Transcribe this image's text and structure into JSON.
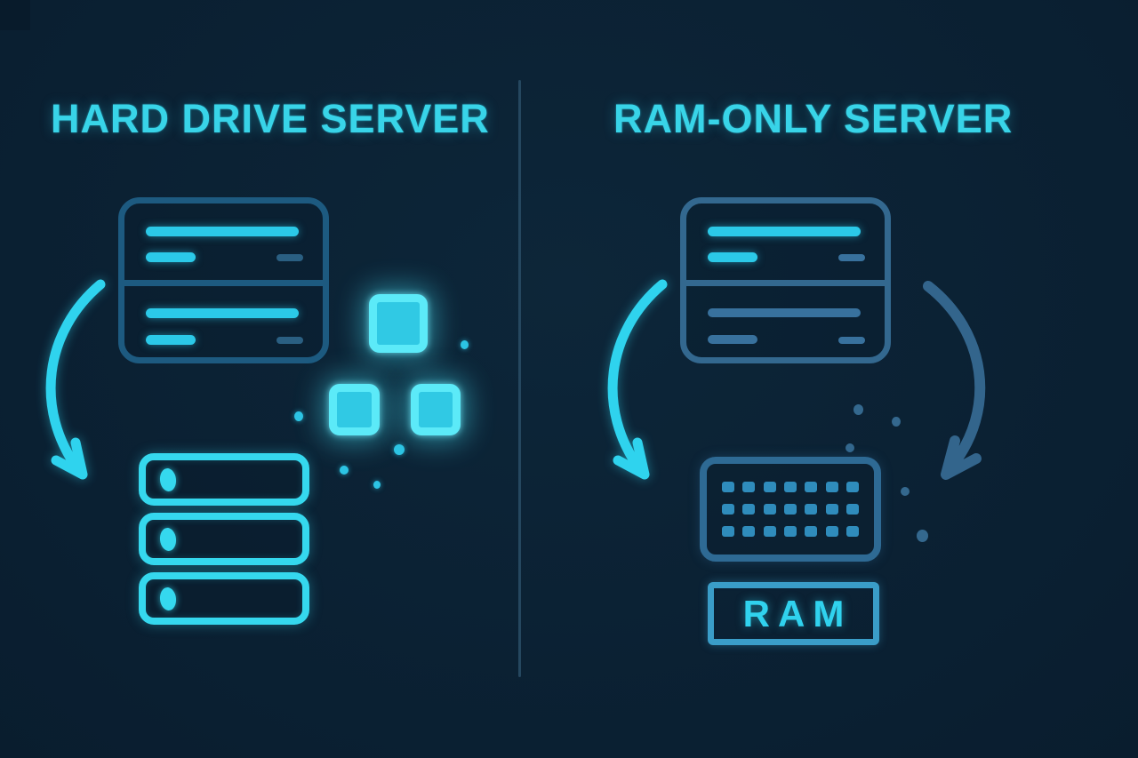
{
  "diagram": {
    "type": "comparison",
    "left": {
      "title": "HARD DRIVE SERVER",
      "icons": [
        "server-icon",
        "curved-arrow-down-icon",
        "data-blocks-icon",
        "disk-stack-icon"
      ],
      "flow": "server writes data blocks down to hard disk stack"
    },
    "right": {
      "title": "RAM-ONLY SERVER",
      "ram_label": "RAM",
      "icons": [
        "server-icon",
        "curved-arrow-down-icon",
        "curved-arrow-return-icon",
        "ram-chip-icon"
      ],
      "ram_chip_grid": {
        "rows": 3,
        "cols": 7
      },
      "flow": "server keeps data only in RAM"
    },
    "colors": {
      "background": "#0b2134",
      "cyan_bright": "#2fd3ee",
      "cyan_block_border": "#5ceaf8",
      "cyan_block_fill": "#30c9e4",
      "blue_muted_left_server": "#1d5a80",
      "steel_blue_right": "#33688f",
      "chip_dot": "#2f8cbc",
      "ram_box_border": "#3a9dc8",
      "divider": "#25475f",
      "disk_stack": "#35d8ee"
    }
  }
}
